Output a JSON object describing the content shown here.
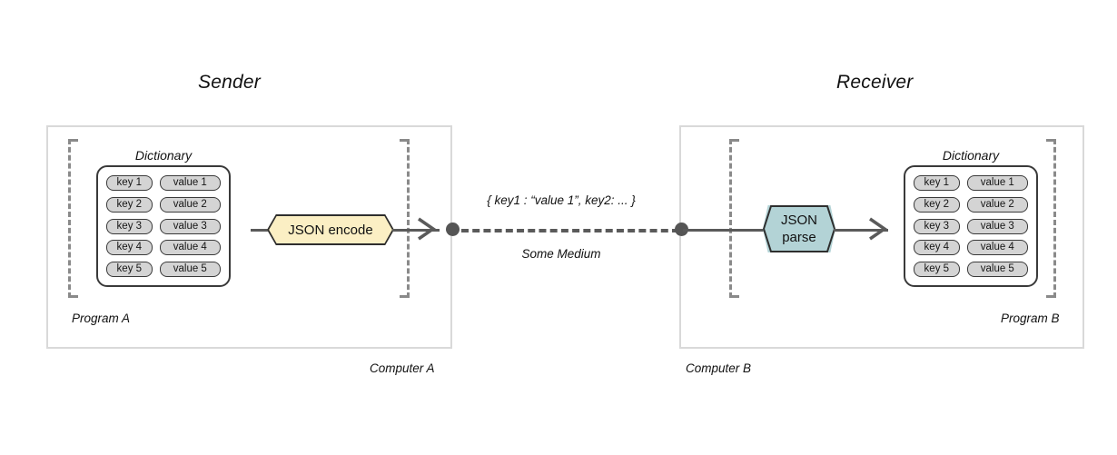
{
  "diagram": {
    "titles": {
      "sender": "Sender",
      "receiver": "Receiver"
    },
    "sender": {
      "computer_label": "Computer A",
      "program_label": "Program A",
      "dictionary": {
        "title": "Dictionary",
        "rows": [
          {
            "key": "key 1",
            "value": "value 1"
          },
          {
            "key": "key 2",
            "value": "value 2"
          },
          {
            "key": "key 3",
            "value": "value 3"
          },
          {
            "key": "key 4",
            "value": "value 4"
          },
          {
            "key": "key 5",
            "value": "value 5"
          }
        ]
      },
      "process": {
        "label": "JSON encode",
        "fill": "#fbefc4",
        "stroke": "#2e2e2e"
      }
    },
    "receiver": {
      "computer_label": "Computer B",
      "program_label": "Program B",
      "dictionary": {
        "title": "Dictionary",
        "rows": [
          {
            "key": "key 1",
            "value": "value 1"
          },
          {
            "key": "key 2",
            "value": "value 2"
          },
          {
            "key": "key 3",
            "value": "value 3"
          },
          {
            "key": "key 4",
            "value": "value 4"
          },
          {
            "key": "key 5",
            "value": "value 5"
          }
        ]
      },
      "process": {
        "label": "JSON\nparse",
        "fill": "#b3d3d6",
        "stroke": "#2e2e2e"
      }
    },
    "medium": {
      "payload_text": "{ key1 : “value 1”, key2: ... }",
      "label": "Some Medium"
    },
    "colors": {
      "box_border": "#d9d9d9",
      "connector": "#5a5a5a",
      "bracket": "#8a8a8a",
      "pill_fill": "#d4d4d4",
      "pill_border": "#3a3a3a",
      "encode_fill": "#fbefc4",
      "parse_fill": "#b3d3d6",
      "text": "#111111"
    }
  }
}
